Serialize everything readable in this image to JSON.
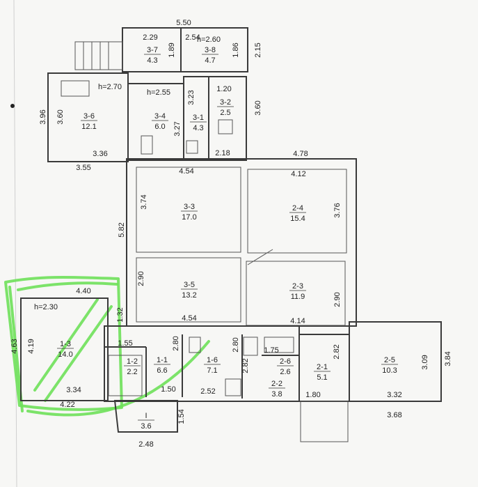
{
  "rooms": [
    {
      "id": "3-7",
      "area": "4.3"
    },
    {
      "id": "3-8",
      "area": "4.7"
    },
    {
      "id": "3-6",
      "area": "12.1"
    },
    {
      "id": "3-4",
      "area": "6.0"
    },
    {
      "id": "3-1",
      "area": "4.3"
    },
    {
      "id": "3-2",
      "area": "2.5"
    },
    {
      "id": "3-3",
      "area": "17.0"
    },
    {
      "id": "2-4",
      "area": "15.4"
    },
    {
      "id": "3-5",
      "area": "13.2"
    },
    {
      "id": "2-3",
      "area": "11.9"
    },
    {
      "id": "1-3",
      "area": "14.0"
    },
    {
      "id": "1-2",
      "area": "2.2"
    },
    {
      "id": "1-1",
      "area": "6.6"
    },
    {
      "id": "1-6",
      "area": "7.1"
    },
    {
      "id": "2-6",
      "area": "2.6"
    },
    {
      "id": "2-2",
      "area": "3.8"
    },
    {
      "id": "2-1",
      "area": "5.1"
    },
    {
      "id": "2-5",
      "area": "10.3"
    },
    {
      "id": "I",
      "area": "3.6"
    }
  ],
  "heights": [
    "h=2.60",
    "h=2.70",
    "h=2.55",
    "h=2.30"
  ],
  "dimensions": [
    "5.50",
    "2.29",
    "2.54",
    "1.89",
    "1.86",
    "2.15",
    "3.96",
    "3.60",
    "3.36",
    "3.55",
    "3.23",
    "3.27",
    "1.20",
    "3.60",
    "2.18",
    "4.78",
    "4.54",
    "4.12",
    "3.74",
    "5.82",
    "3.76",
    "2.90",
    "4.54",
    "4.14",
    "2.90",
    "4.40",
    "1.32",
    "4.63",
    "4.19",
    "1.55",
    "2.80",
    "2.80",
    "1.75",
    "2.82",
    "3.09",
    "3.84",
    "3.34",
    "4.22",
    "1.50",
    "2.52",
    "2.82",
    "1.80",
    "3.32",
    "3.68",
    "1.54",
    "2.48"
  ],
  "colors": {
    "wall": "#3a3a3a",
    "highlight": "#6ee05a",
    "paper": "#f7f7f5"
  }
}
